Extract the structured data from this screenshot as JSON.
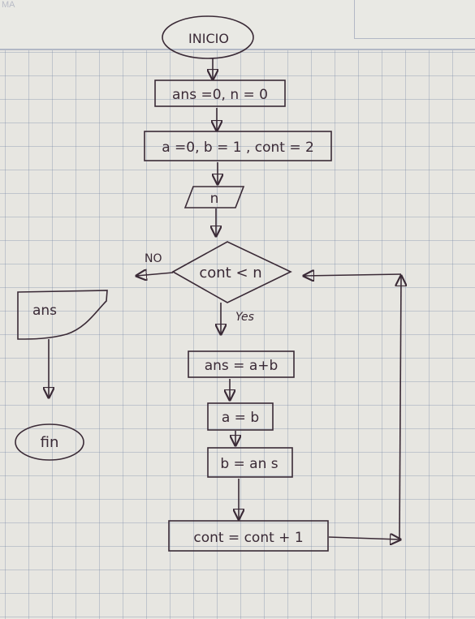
{
  "colors": {
    "ink": "#3a2a36",
    "paper": "#e7e6e1",
    "grid": "#8a96b0"
  },
  "header": {
    "faint_text": "MA"
  },
  "flowchart": {
    "start": "INICIO",
    "init1": "ans =0, n = 0",
    "init2": "a =0, b = 1 , cont = 2",
    "input": "n",
    "decision": "cont < n",
    "label_no": "NO",
    "label_yes": "Yes",
    "step1": "ans = a+b",
    "step2": "a = b",
    "step3": "b = an s",
    "step4": "cont = cont + 1",
    "output": "ans",
    "end": "fin"
  }
}
